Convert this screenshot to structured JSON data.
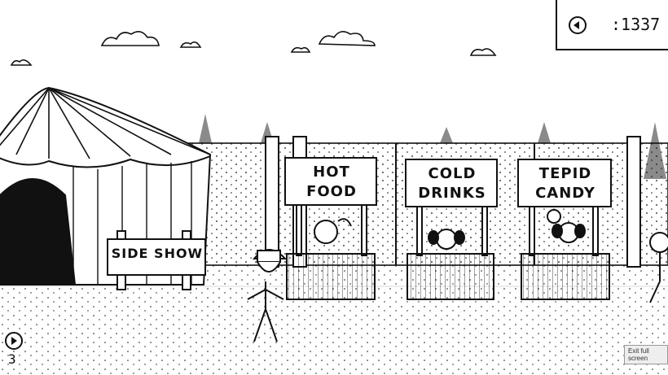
{
  "hud": {
    "meat_icon": "meat-swirl-icon",
    "meat_count": ":1337",
    "ammo_count": "3",
    "play_icon": "play-icon",
    "prev_icon": "arrow-left-icon"
  },
  "signs": {
    "side_show": "SIDE SHOW",
    "hot_food_line1": "HOT",
    "hot_food_line2": "FOOD",
    "cold_drinks_line1": "COLD",
    "cold_drinks_line2": "DRINKS",
    "tepid_candy_line1": "TEPID",
    "tepid_candy_line2": "CANDY"
  },
  "overlay": {
    "exit_fullscreen": "Exit full screen"
  },
  "colors": {
    "ink": "#111111",
    "paper": "#ffffff",
    "tree": "#8a8a8a"
  }
}
